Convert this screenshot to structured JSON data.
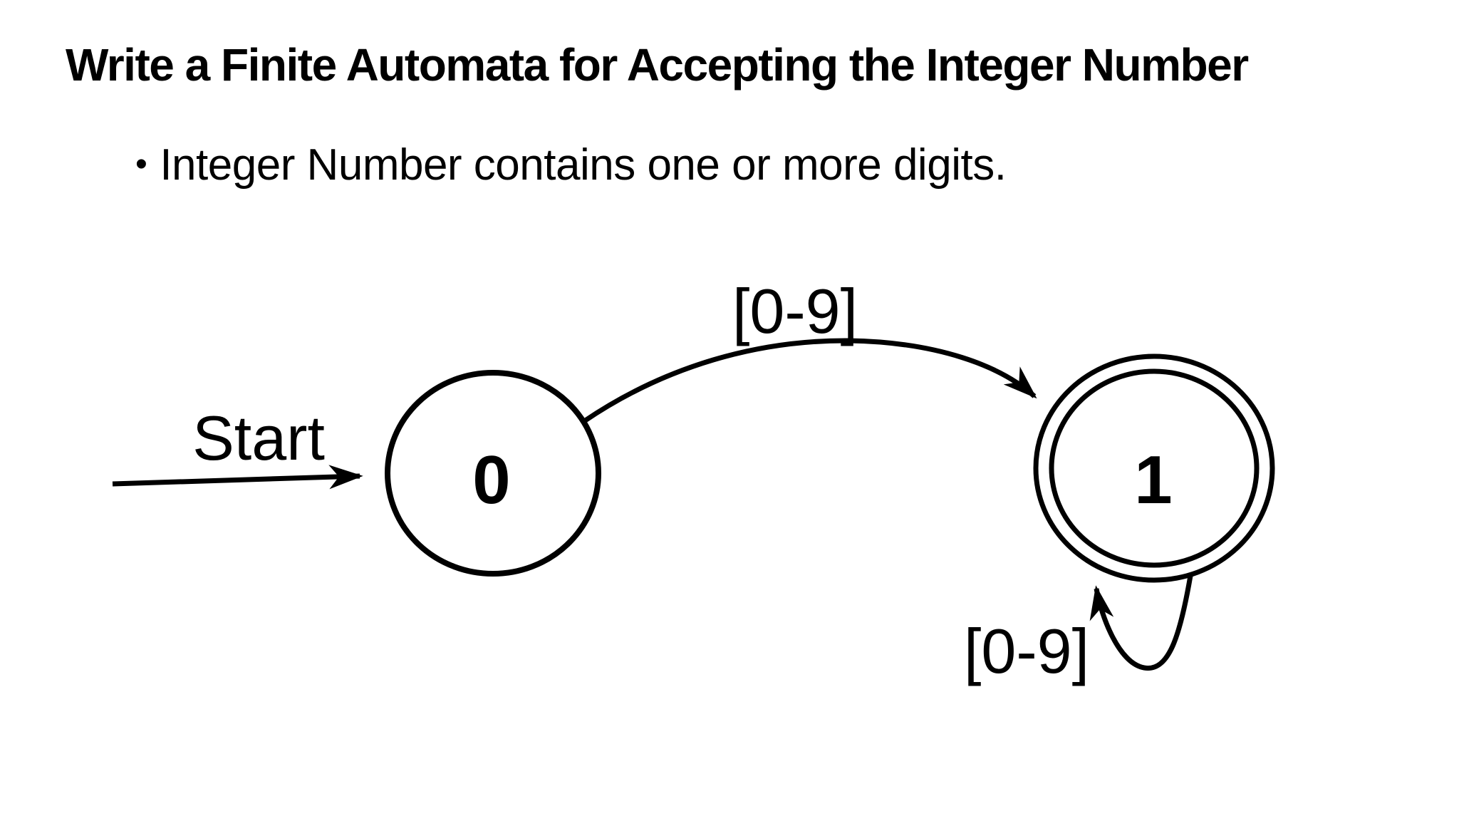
{
  "slide": {
    "title": "Write a Finite Automata for Accepting the Integer Number",
    "bullet_marker": "•",
    "bullet": "Integer Number contains one or more digits."
  },
  "diagram": {
    "type": "finite-automaton",
    "colors": {
      "ink": "#000000",
      "background": "#ffffff"
    },
    "states": [
      {
        "id": "0",
        "label": "0",
        "start": true,
        "accepting": false
      },
      {
        "id": "1",
        "label": "1",
        "start": false,
        "accepting": true
      }
    ],
    "transitions": [
      {
        "from": "start",
        "to": "0",
        "label": "Start"
      },
      {
        "from": "0",
        "to": "1",
        "label": "[0-9]"
      },
      {
        "from": "1",
        "to": "1",
        "label": "[0-9]"
      }
    ]
  }
}
